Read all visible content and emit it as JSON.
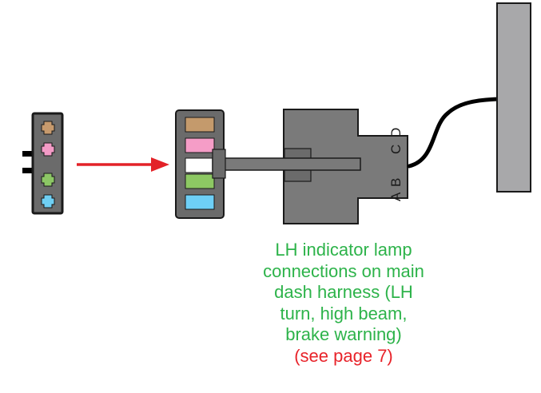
{
  "colors": {
    "caption_green": "#2db34a",
    "reference_red": "#e8232a",
    "arrow_red": "#e32228",
    "connector_gray": "#6b6b6b",
    "plug_gray": "#7a7a7a",
    "panel_gray": "#a8a8aa",
    "outline": "#1a1a1a",
    "wire_black": "#000000"
  },
  "small_connector": {
    "pin_colors": [
      "#c79a6d",
      "#f39bc6",
      "#8cc665",
      "#6fcff3"
    ],
    "pin_names": [
      "brown",
      "pink",
      "green",
      "light-blue"
    ]
  },
  "socket": {
    "slot_colors": [
      "#c49a6c",
      "#f59dc7",
      "#ffffff",
      "#8dc863",
      "#6ecff6"
    ],
    "slot_names": [
      "brown",
      "pink",
      "white",
      "green",
      "light-blue"
    ]
  },
  "plug": {
    "pin_labels": [
      "A",
      "B",
      "C",
      "D"
    ]
  },
  "caption": {
    "lines": [
      "LH indicator lamp",
      "connections on main",
      "dash harness (LH",
      "turn, high beam,",
      "brake warning)"
    ],
    "reference": "(see page 7)"
  }
}
